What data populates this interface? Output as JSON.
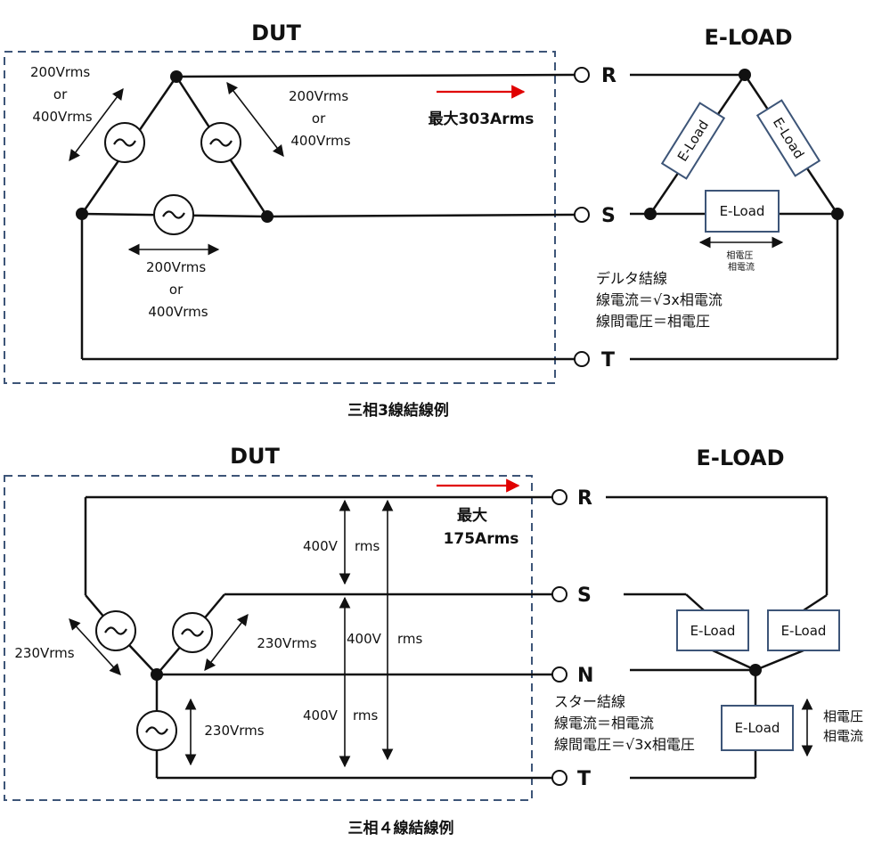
{
  "top": {
    "dut_title": "DUT",
    "eload_title": "E-LOAD",
    "src_left_voltage": [
      "200Vrms",
      "or",
      "400Vrms"
    ],
    "src_right_voltage": [
      "200Vrms",
      "or",
      "400Vrms"
    ],
    "src_bottom_voltage": [
      "200Vrms",
      "or",
      "400Vrms"
    ],
    "max_current": "最大303Arms",
    "terminals": {
      "r": "R",
      "s": "S",
      "t": "T"
    },
    "load_label": "E-Load",
    "phase_labels": [
      "相電圧",
      "相電流"
    ],
    "notes": [
      "デルタ結線",
      "線電流＝√3x相電流",
      "線間電圧＝相電圧"
    ],
    "caption": "三相3線結線例"
  },
  "bottom": {
    "dut_title": "DUT",
    "eload_title": "E-LOAD",
    "max_current": [
      "最大",
      "175Arms"
    ],
    "line_voltage": "400V",
    "rms": "rms",
    "phase_voltage": "230Vrms",
    "terminals": {
      "r": "R",
      "s": "S",
      "n": "N",
      "t": "T"
    },
    "load_label": "E-Load",
    "phase_labels": [
      "相電圧",
      "相電流"
    ],
    "notes": [
      "スター結線",
      "線電流＝相電流",
      "線間電圧＝√3x相電圧"
    ],
    "caption": "三相４線結線例"
  }
}
